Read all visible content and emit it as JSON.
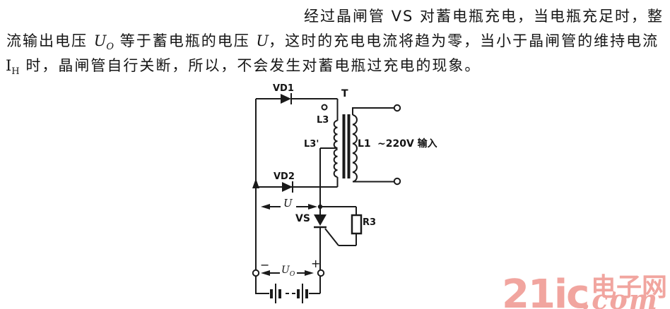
{
  "colors": {
    "paper": "#ffffff",
    "ink": "#1a1a1a",
    "watermark_pink": "#f1a59f"
  },
  "paragraph": {
    "line1": "经过晶闸管 VS 对蓄电瓶充电，当电瓶充足时，整",
    "line2": {
      "pre": "流输出电压 ",
      "u1": "U",
      "u1_sub": "O",
      "mid": " 等于蓄电瓶的电压 ",
      "u2": "U",
      "post": "，这时的充电电流将趋为零，当小于晶闸管的维持电流"
    },
    "line3": {
      "i": "I",
      "i_sub": "H",
      "text": " 时，晶闸管自行关断，所以，不会发生对蓄电瓶过充电的现象。"
    }
  },
  "schematic": {
    "diode1": "VD1",
    "diode2": "VD2",
    "transformer": "T",
    "winding_secondary_top": "L3",
    "winding_secondary_bottom": "L3'",
    "winding_primary": "L1",
    "mains_input": "~220V 输入",
    "voltage_u": "U",
    "thyristor": "VS",
    "resistor": "R3",
    "terminal_minus": "−",
    "terminal_plus": "+",
    "uo": "U",
    "uo_sub": "O"
  },
  "watermark": {
    "brand": "21ic",
    "site_cn": "电子网",
    "tld": ".com"
  }
}
